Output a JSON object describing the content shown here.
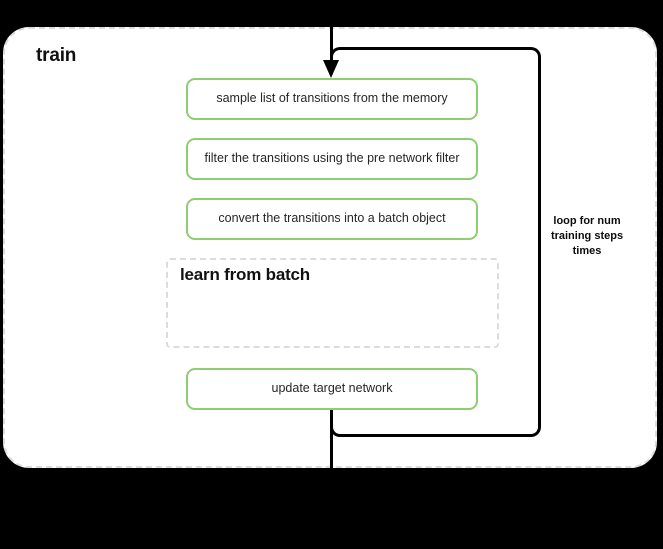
{
  "diagram": {
    "title": "train",
    "steps": [
      {
        "label": "sample list of transitions from the memory"
      },
      {
        "label": "filter the transitions using the pre network filter"
      },
      {
        "label": "convert the transitions into a batch object"
      },
      {
        "label": "update target network"
      }
    ],
    "sub_container": {
      "title": "learn from batch"
    },
    "loop": {
      "label": "loop for num training steps times"
    },
    "colors": {
      "step_border": "#8fcc74",
      "container_border": "#dcdcdc",
      "connector": "#000000",
      "background": "#ffffff",
      "canvas": "#000000",
      "text": "#262626"
    }
  }
}
